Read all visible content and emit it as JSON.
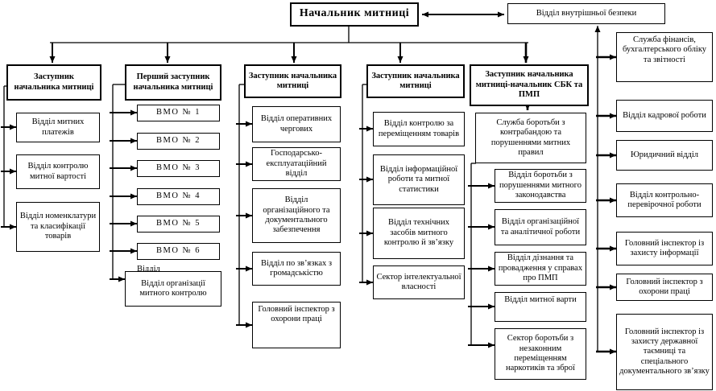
{
  "top": {
    "root": "Начальник митниці",
    "internal_security": "Відділ внутрішньої безпеки"
  },
  "columns": [
    {
      "header": "Заступник начальника митниці",
      "children": [
        "Відділ митних платежів",
        "Відділ контролю митної вартості",
        "Відділ номенклатури та класифікації товарів"
      ]
    },
    {
      "header": "Перший заступник начальника митниці",
      "children": [
        "ВМО № 1",
        "ВМО № 2",
        "ВМО № 3",
        "ВМО № 4",
        "ВМО № 5",
        "ВМО № 6",
        "Відділ організації митного контролю"
      ],
      "hidden_fragment": "Відділ"
    },
    {
      "header": "Заступник начальника митниці",
      "children": [
        "Відділ оперативних чергових",
        "Господарсько-експлуатаційний відділ",
        "Відділ організаційного та документального забезпечення",
        "Відділ по зв’язках з громадськістю",
        "Головний інспектор з охорони праці"
      ]
    },
    {
      "header": "Заступник начальника митниці",
      "children": [
        "Відділ контролю за переміщенням товарів",
        "Відділ інформаційної роботи та митної статистики",
        "Відділ технічних засобів митного контролю й зв’язку",
        "Сектор інтелектуальної власності"
      ]
    },
    {
      "header": "Заступник начальника митниці-начальник СБК та ПМП",
      "children": [
        "Служба боротьби з контрабандою та порушеннями митних правил",
        "Відділ боротьби з порушеннями митного законодавства",
        "Відділ організаційної та аналітичної роботи",
        "Відділ дізнання та провадження у справах про ПМП",
        "Відділ митної варти",
        "Сектор боротьби з незаконним переміщенням наркотиків та зброї"
      ]
    }
  ],
  "right_column": [
    "Служба фінансів, бухгалтерського обліку та звітності",
    "Відділ кадрової роботи",
    "Юридичний відділ",
    "Відділ контрольно-перевірочної роботи",
    "Головний інспектор із захисту інформації",
    "Головний інспектор з охорони праці",
    "Головний інспектор із захисту державної таємниці та спеціального документального зв’язку"
  ]
}
